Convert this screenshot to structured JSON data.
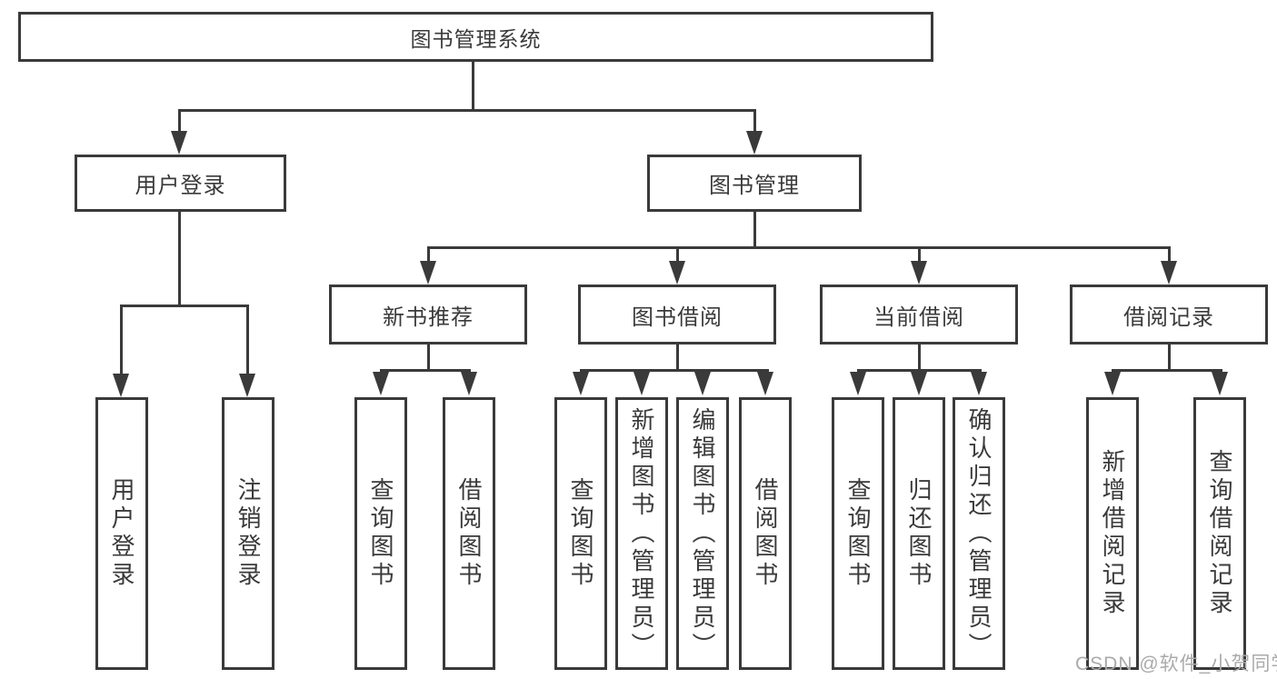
{
  "diagram": {
    "root": {
      "label": "图书管理系统"
    },
    "branches": [
      {
        "label": "用户登录",
        "leaves": [
          "用户登录",
          "注销登录"
        ]
      },
      {
        "label": "图书管理",
        "sections": [
          {
            "label": "新书推荐",
            "leaves": [
              "查询图书",
              "借阅图书"
            ]
          },
          {
            "label": "图书借阅",
            "leaves": [
              "查询图书",
              "新增图书（管理员）",
              "编辑图书（管理员）",
              "借阅图书"
            ]
          },
          {
            "label": "当前借阅",
            "leaves": [
              "查询图书",
              "归还图书",
              "确认归还（管理员）"
            ]
          },
          {
            "label": "借阅记录",
            "leaves": [
              "新增借阅记录",
              "查询借阅记录"
            ]
          }
        ]
      }
    ]
  },
  "watermark": "CSDN @软件_小贺同学",
  "colors": {
    "line": "#3a3a3a",
    "text": "#3a3a3a",
    "watermark": "#aaaaaa",
    "background": "#ffffff"
  }
}
